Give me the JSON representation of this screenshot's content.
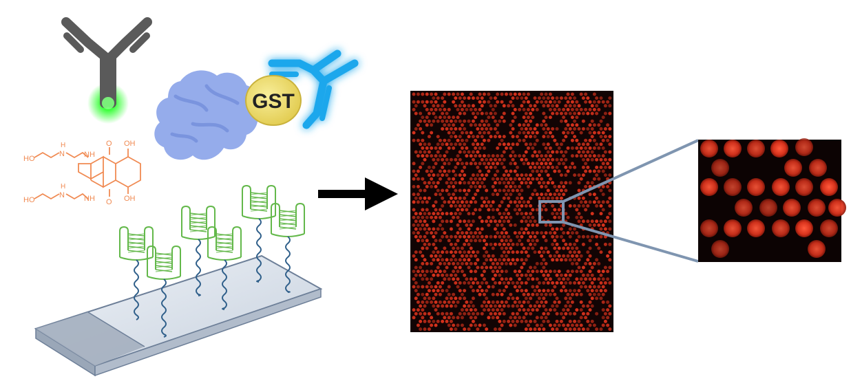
{
  "labels": {
    "gst": "GST",
    "nh_top": "NH",
    "nh_bottom": "NH",
    "oh_top": "OH",
    "oh_bottom": "OH",
    "ho_top": "HO",
    "ho_bottom": "HO",
    "h_top": "H",
    "h_bottom": "H",
    "o_top": "O",
    "o_bottom": "O"
  },
  "colors": {
    "antibody_gray": "#5a5a5a",
    "antibody_glow": "#22ff22",
    "protein_blue": "#8fa8ea",
    "gst_yellow": "#f1e07a",
    "secondary_antibody": "#1aa7ec",
    "molecule_orange": "#f08a52",
    "aptamer_green": "#63b84a",
    "linker_blue": "#2f5f8a",
    "slide_fill": "#d9e0ea",
    "arrow": "#000000",
    "zoom_frame": "#7f95b0",
    "spot_red": "#d8321c",
    "array_bg": "#120404"
  },
  "microarray": {
    "density": 0.64,
    "zoom_spot_brightness": [
      0.9,
      0.95,
      0.85,
      1.0,
      0.8,
      0.7,
      0.9,
      0.85,
      0.95,
      0.75
    ]
  }
}
